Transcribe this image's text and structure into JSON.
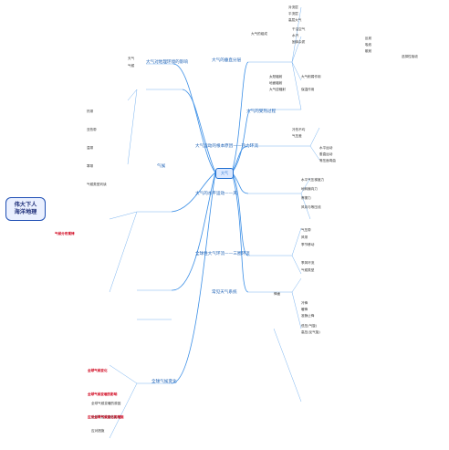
{
  "center": {
    "label": "大气"
  },
  "callout": {
    "line1": "伟大下人",
    "line2": "海洋地理"
  },
  "branches": {
    "top_right_1": {
      "title": "大气的垂直分层",
      "items": [
        "对流层",
        "平流层",
        "高层大气",
        "大气的组成",
        "干洁空气",
        "水汽",
        "固体杂质"
      ]
    },
    "top_right_2": {
      "title": "大气的受热过程",
      "items": [
        "太阳辐射",
        "地面辐射",
        "大气逆辐射",
        "大气削弱作用",
        "保温作用",
        "反射",
        "吸收",
        "散射",
        "选择性吸收"
      ]
    },
    "mid_right_1": {
      "title": "大气运动的根本原因——热力环流",
      "items": [
        "冷热不均",
        "气压差",
        "水平运动",
        "垂直运动",
        "等压面弯曲"
      ]
    },
    "mid_right_2": {
      "title": "大气的水平运动——风",
      "items": [
        "水平气压梯度力",
        "地转偏向力",
        "摩擦力",
        "风向与等压线"
      ]
    },
    "mid_right_3": {
      "title": "全球性大气环流——三圈环流",
      "items": [
        "气压带",
        "风带",
        "季节移动",
        "季风环流",
        "气候类型"
      ]
    },
    "bottom_right": {
      "title": "常见天气系统",
      "items": [
        "锋面",
        "冷锋",
        "暖锋",
        "准静止锋",
        "低压(气旋)",
        "高压(反气旋)"
      ]
    },
    "left_top": {
      "title": "大气对地理环境的影响",
      "items": [
        "天气",
        "气候"
      ]
    },
    "left_mid": {
      "title": "气候",
      "items": [
        "热带",
        "亚热带",
        "温带",
        "寒带",
        "气候类型判读"
      ]
    },
    "left_bottom": {
      "title": "全球气候变化",
      "items": [
        "全球气候变暖的原因",
        "全球气候变暖的影响",
        "应对措施"
      ]
    }
  },
  "red_notes": [
    "气候分布规律",
    "全球气候变化",
    "全球气候变暖的影响",
    "应对全球气候变化的措施"
  ]
}
